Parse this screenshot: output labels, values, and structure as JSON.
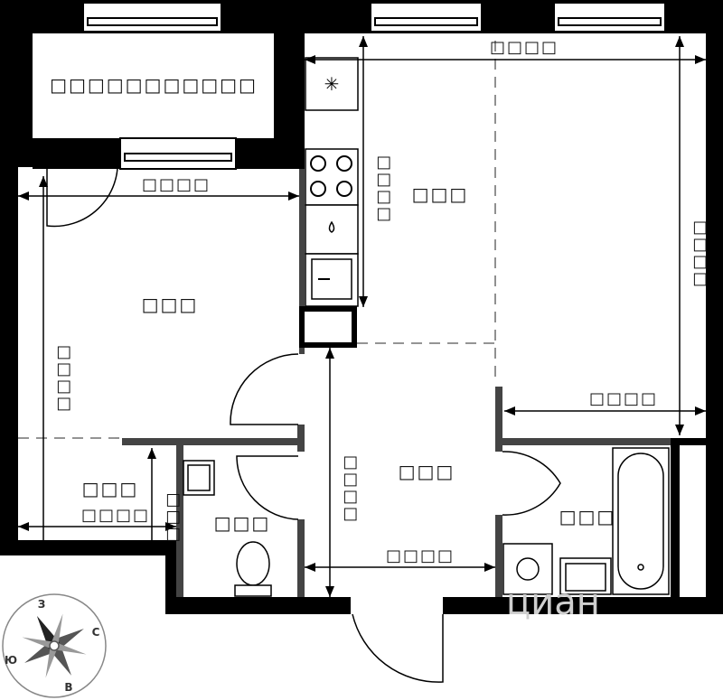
{
  "rooms": {
    "balcony": "□□□□□□□□□□□",
    "room": "□□□",
    "kitchen_living": "□□□",
    "storage": "□□□",
    "toilet": "□□□",
    "hallway": "□□□",
    "bathroom": "□□□"
  },
  "dimensions": {
    "top_width": "□□□□",
    "room_width": "□□□□",
    "kitchen_vertical": "□□□□",
    "right_vertical": "□□□□",
    "room_vertical": "□□□□",
    "right_bottom_width": "□□□□",
    "storage_width": "□□□□",
    "storage_vertical": "□□□",
    "hallway_vertical": "□□□□",
    "hallway_width": "□□□□"
  },
  "compass": {
    "n": "З",
    "e": "С",
    "s": "В",
    "w": "Ю"
  },
  "watermark": "циан",
  "colors": {
    "wall": "#000000",
    "partition": "#555555",
    "watermark": "#cfcfcf"
  }
}
